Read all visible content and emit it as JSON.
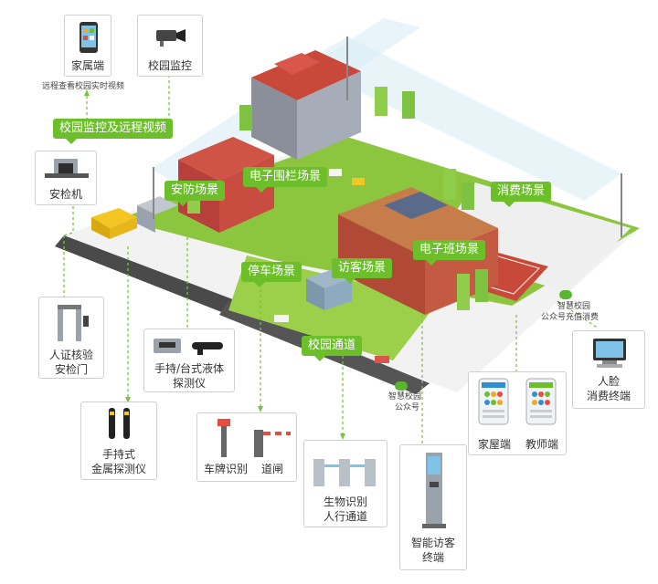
{
  "top_boxes": {
    "parent_app": "家属端",
    "parent_app_note": "远程查看校园实时视频",
    "campus_monitor": "校园监控"
  },
  "left_boxes": {
    "security_machine": "安检机",
    "id_gate_line1": "人证核验",
    "id_gate_line2": "安检门",
    "metal_line1": "手持式",
    "metal_line2": "金属探测仪"
  },
  "bottom_boxes": {
    "liquid_line1": "手持/台式液体",
    "liquid_line2": "探测仪",
    "plate": "车牌识别",
    "barrier": "道闸",
    "bio_line1": "生物识别",
    "bio_line2": "人行通道",
    "visitor_line1": "智能访客",
    "visitor_line2": "终端",
    "home_app": "家屋端",
    "teacher_app": "教师端",
    "face_line1": "人脸",
    "face_line2": "消费终端"
  },
  "scene_tags": {
    "monitor_video": "校园监控及远程视频",
    "security_scene": "安防场景",
    "fence_scene": "电子围栏场景",
    "consumption_scene": "消费场景",
    "parking_scene": "停车场景",
    "visitor_scene": "访客场景",
    "class_scene": "电子班场景",
    "channel_scene": "校园通道"
  },
  "small_notes": {
    "wechat_line1": "智慧校园",
    "wechat_line2": "公众号",
    "recharge_line1": "智慧校园",
    "recharge_line2": "公众号充值消费"
  },
  "colors": {
    "tag_green": "#6cbf2a",
    "connector_green": "#7cc242",
    "road_gray": "#4a4a4a",
    "grass_green": "#8cc63f",
    "brick_red": "#c8493a"
  }
}
